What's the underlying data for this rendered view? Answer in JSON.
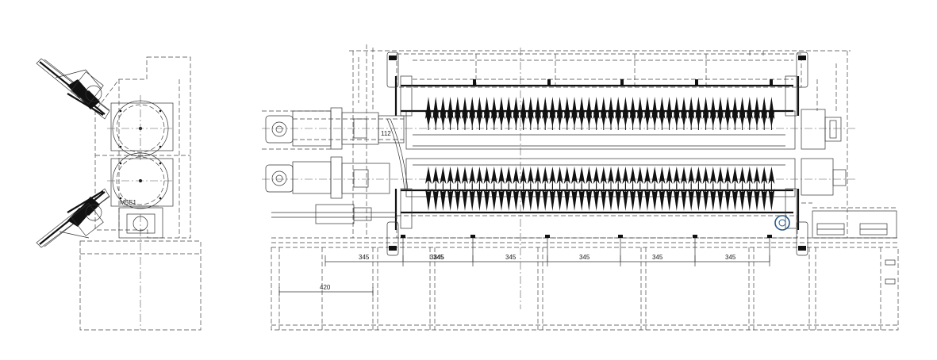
{
  "drawing": {
    "dimensions": {
      "spacing_labels": [
        "345",
        "345",
        "345",
        "345",
        "345",
        "345"
      ],
      "overlap_label": "3345",
      "offset_label": "420",
      "shaft_label": "112"
    },
    "side_view": {
      "motor_label": "M5E1"
    },
    "colors": {
      "line": "#333333",
      "heavy": "#111111",
      "accent": "#2a5a8a"
    }
  }
}
